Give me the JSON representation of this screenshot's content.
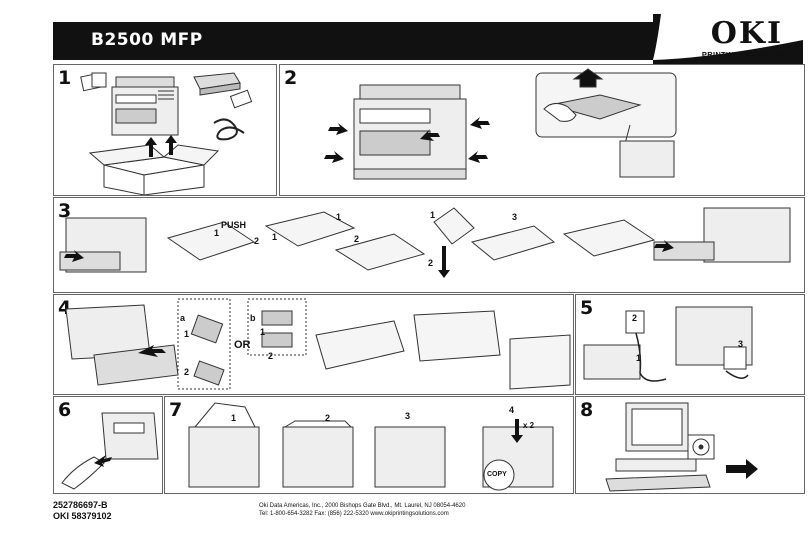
{
  "header": {
    "title": "B2500 MFP",
    "logo": "OKI",
    "logo_tagline": "PRINTING SOLUTIONS"
  },
  "steps": {
    "s1": "1",
    "s2": "2",
    "s3": "3",
    "s4": "4",
    "s5": "5",
    "s6": "6",
    "s7": "7",
    "s8": "8"
  },
  "labels": {
    "push": "PUSH",
    "or": "OR",
    "copy": "COPY",
    "x2": "x 2",
    "a": "a",
    "b": "b",
    "n1": "1",
    "n2": "2",
    "n3": "3",
    "n4": "4"
  },
  "footer": {
    "part_number": "252786697-B",
    "oki_number": "OKI 58379102",
    "address": "Oki Data Americas, Inc., 2000 Bishops Gate Blvd., Mt. Laurel, NJ 08054-4620",
    "contact": "Tel: 1-800-654-3282   Fax: (856) 222-5320   www.okiprintingsolutions.com"
  },
  "icons": [
    "printer-icon",
    "box-icon",
    "toner-icon",
    "cable-icon",
    "hand-icon",
    "arrow-icon",
    "cd-icon",
    "computer-icon",
    "phone-jack-icon"
  ]
}
